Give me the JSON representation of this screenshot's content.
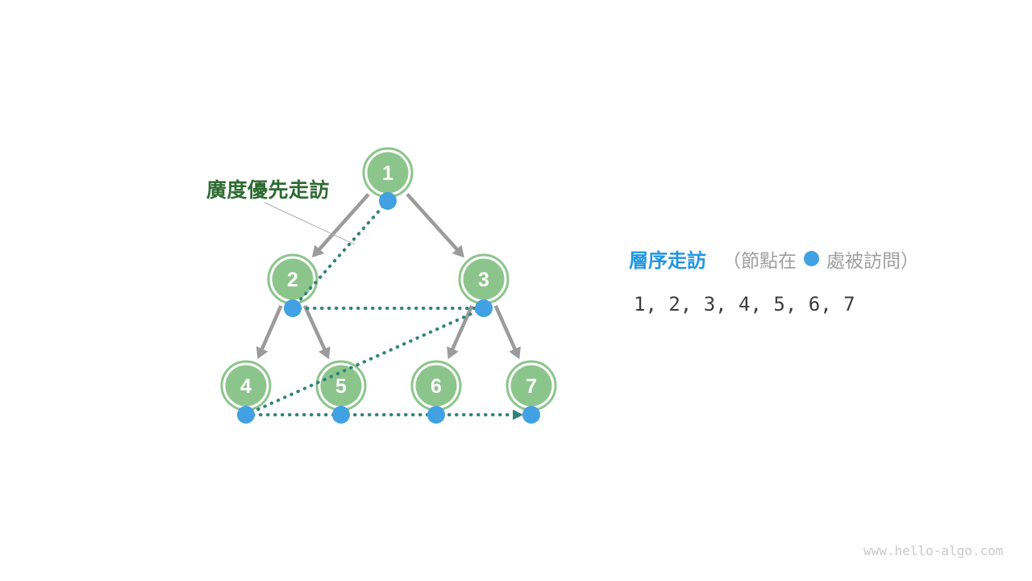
{
  "colors": {
    "background": "#FFFFFF",
    "node_green": "#8CC58B",
    "node_text": "#FFFFFF",
    "edge_gray": "#9B9B9B",
    "visit_dot_blue": "#41A1E2",
    "path_teal": "#2F837A",
    "bfs_label_green": "#2D6A32",
    "legend_blue": "#2196E3",
    "note_gray": "#9E9E9E",
    "sequence_gray": "#3D3D3D",
    "leader_gray": "#B5B5B5",
    "watermark_gray": "#C9C9C9"
  },
  "labels": {
    "bfs": "廣度優先走訪"
  },
  "tree": {
    "nodes": [
      "1",
      "2",
      "3",
      "4",
      "5",
      "6",
      "7"
    ],
    "edges": [
      [
        1,
        2
      ],
      [
        1,
        3
      ],
      [
        2,
        4
      ],
      [
        2,
        5
      ],
      [
        3,
        6
      ],
      [
        3,
        7
      ]
    ],
    "traversal_type": "breadth-first",
    "traversal_order": [
      1,
      2,
      3,
      4,
      5,
      6,
      7
    ]
  },
  "legend": {
    "title": "層序走訪",
    "note_prefix": "（節點在",
    "note_suffix": "處被訪問）",
    "sequence": "1, 2, 3, 4, 5, 6, 7"
  },
  "watermark": "www.hello-algo.com"
}
